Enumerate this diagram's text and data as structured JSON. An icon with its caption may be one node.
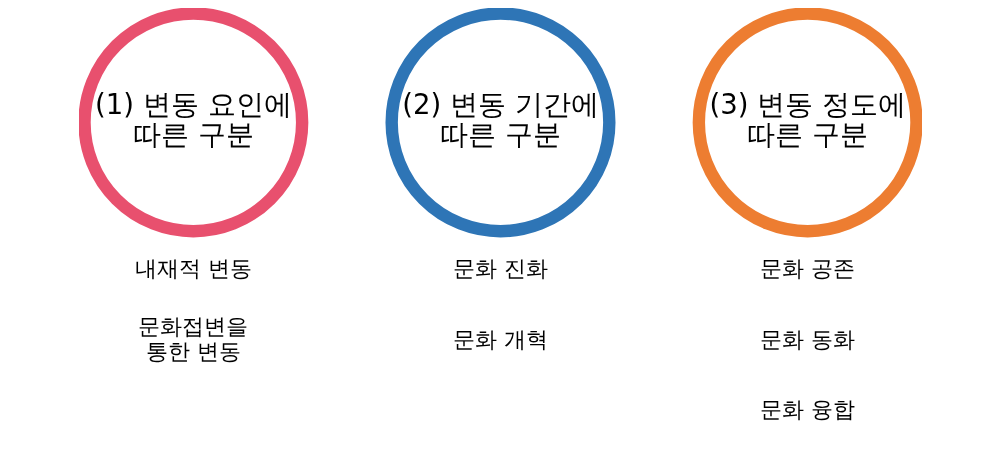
{
  "diagram": {
    "nodes": [
      {
        "text": [
          "(1) 변동 요인에 따른 구분"
        ],
        "beside": [
          "내재적 변동",
          "문화접변을 통한 변동"
        ]
      },
      {
        "text": [
          "(2) 변동 기간에 따른 구분"
        ],
        "beside": [
          "문화 진화",
          "문화 개혁"
        ]
      },
      {
        "text": [
          "(3) 변동 정도에 따른 구분"
        ],
        "beside": [
          "문화 공존",
          "문화 동화",
          "문화 융합"
        ]
      }
    ],
    "edges": []
  }
}
